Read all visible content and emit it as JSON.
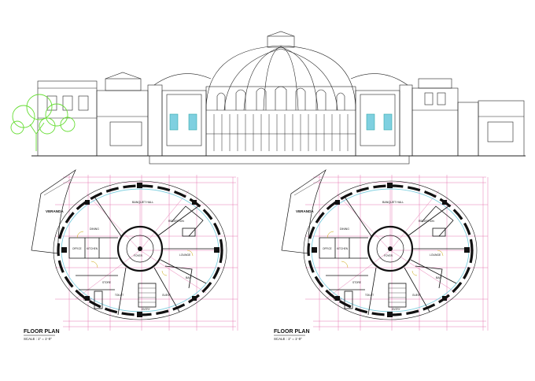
{
  "section": {
    "wall_color": "#2a2a2a",
    "glass_color": "#8fd3e8",
    "tree_color": "#66dd33"
  },
  "plans": [
    {
      "title": "FLOOR PLAN",
      "scale": "SCALE : 1\" = 1'-0\"",
      "labels": {
        "veranda": "VERANDA",
        "banquet": "BANQUET HALL",
        "reception": "RECEPTION",
        "dining": "DINING",
        "kitchen": "KITCHEN",
        "office": "OFFICE",
        "bar": "BAR",
        "lounge": "LOUNGE",
        "foyer": "FOYER",
        "store": "STORE",
        "toilet": "TOILET",
        "entry": "ENTRY",
        "guest": "GUEST",
        "staff": "STAFF"
      }
    },
    {
      "title": "FLOOR PLAN",
      "scale": "SCALE : 1\" = 1'-0\"",
      "labels": {
        "veranda": "VERANDA",
        "banquet": "BANQUET HALL",
        "reception": "RECEPTION",
        "dining": "DINING",
        "kitchen": "KITCHEN",
        "office": "OFFICE",
        "bar": "BAR",
        "lounge": "LOUNGE",
        "foyer": "FOYER",
        "store": "STORE",
        "toilet": "TOILET",
        "entry": "ENTRY",
        "guest": "GUEST",
        "staff": "STAFF"
      }
    }
  ],
  "colors": {
    "dimension": "#d4127a",
    "wall": "#111111",
    "glazing": "#7fd0e0",
    "grid": "#e36aa8"
  }
}
